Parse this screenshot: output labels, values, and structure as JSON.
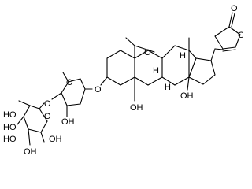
{
  "labels": {
    "lactone_o_ring": "O",
    "lactone_o_carbonyl": "O",
    "aldehyde_o": "O",
    "methyl_h": "H",
    "h_c9": "H",
    "h_c8": "H",
    "oh_c14": "OH",
    "oh_c5": "OH",
    "o_glycosidic_1": "O",
    "o_sugar1_ring": "O",
    "oh_sugar1": "OH",
    "o_glycosidic_2": "O",
    "o_sugar2_ring": "O",
    "oh_sugar2_ch2": "HO",
    "oh_sugar2_a": "HO",
    "oh_sugar2_b": "OH",
    "oh_sugar2_c": "OH",
    "oh_sugar2_d": "HO"
  }
}
